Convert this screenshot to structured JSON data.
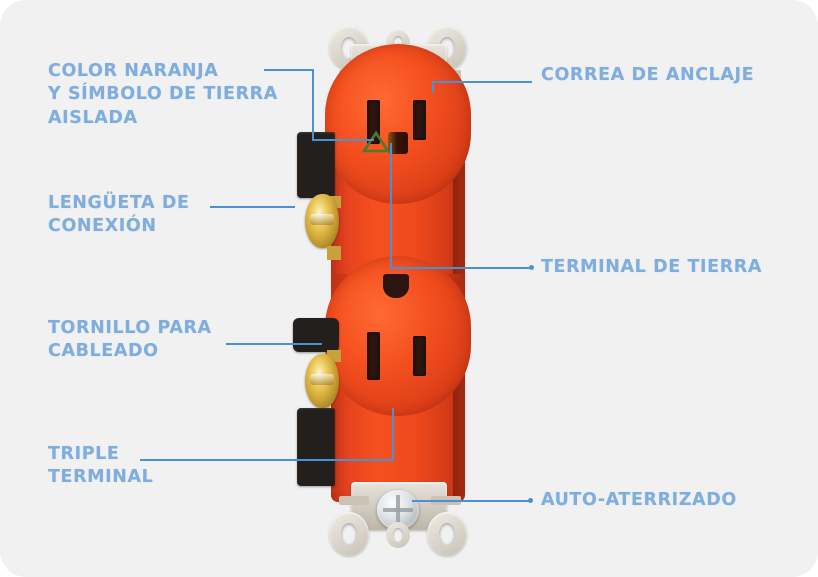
{
  "page": {
    "background_color": "#f1f1f1",
    "label_color": "#7fadde",
    "leader_color": "#4a90d4",
    "product": "receptaculo-duplex-naranja-tierra-aislada"
  },
  "callouts": [
    {
      "id": "color-naranja",
      "label": "COLOR NARANJA\nY SÍMBOLO DE TIERRA\nAISLADA",
      "side": "left"
    },
    {
      "id": "lengueta-conexion",
      "label": "LENGÜETA DE\nCONEXIÓN",
      "side": "left"
    },
    {
      "id": "tornillo-cableado",
      "label": "TORNILLO PARA\nCABLEADO",
      "side": "left"
    },
    {
      "id": "triple-terminal",
      "label": "TRIPLE\nTERMINAL",
      "side": "left"
    },
    {
      "id": "correa-anclaje",
      "label": "CORREA DE ANCLAJE",
      "side": "right"
    },
    {
      "id": "terminal-tierra",
      "label": "TERMINAL DE TIERRA",
      "side": "right"
    },
    {
      "id": "auto-aterrizado",
      "label": "AUTO-ATERRIZADO",
      "side": "right"
    }
  ],
  "outlet": {
    "body_color": "#f4501f",
    "ground_symbol": "triangle",
    "ground_symbol_color": "#4a7a2e",
    "strap_color": "#d4cec3",
    "terminal_screw_color": "#d9b240",
    "tab_color": "#231f1d",
    "top_strap": "correa-de-anclaje-superior",
    "bottom_strap": "correa-de-anclaje-inferior"
  }
}
